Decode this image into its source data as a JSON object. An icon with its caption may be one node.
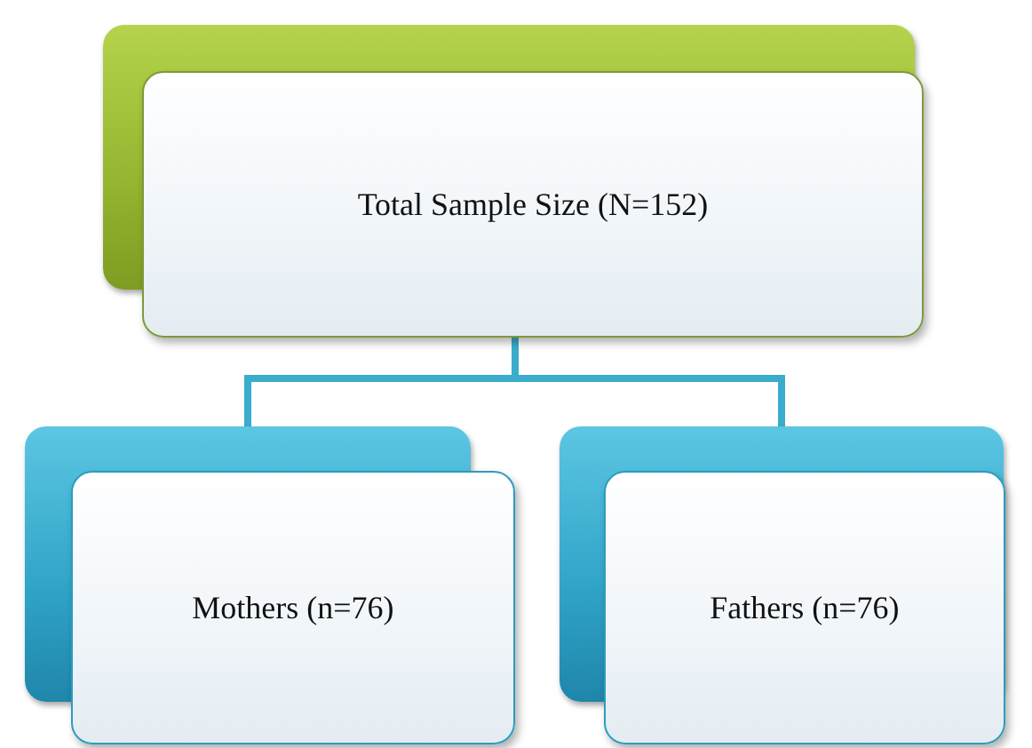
{
  "diagram": {
    "nodes": [
      {
        "text": [
          "Total Sample Size (N=152)"
        ]
      },
      {
        "text": [
          "Mothers (n=76)"
        ]
      },
      {
        "text": [
          "Fathers (n=76)"
        ]
      }
    ],
    "edges": [
      {
        "from": 0,
        "to": 1,
        "arrow": "none"
      },
      {
        "from": 0,
        "to": 2,
        "arrow": "none"
      }
    ]
  }
}
